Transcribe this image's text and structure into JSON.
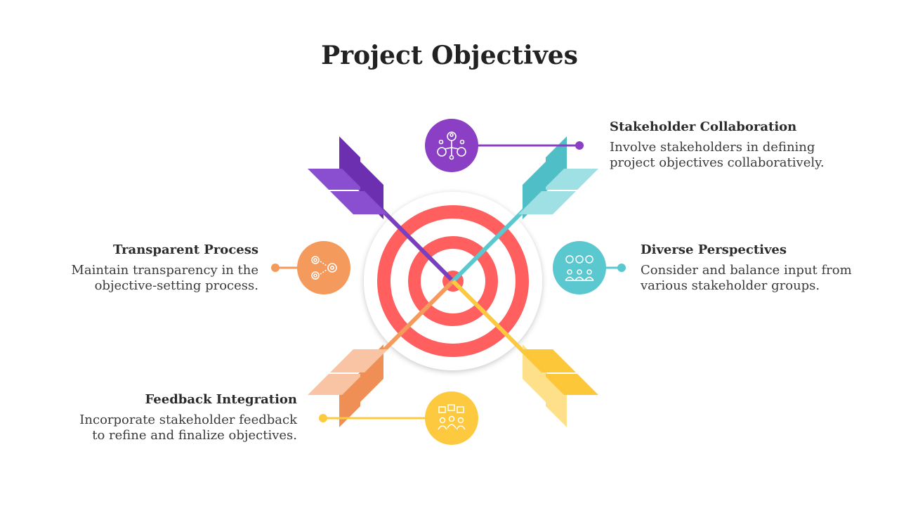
{
  "title": "Project Objectives",
  "colors": {
    "purple": "#7a3fc0",
    "teal": "#5bc8cf",
    "orange": "#f39a5c",
    "yellow": "#fdc93e",
    "target_red": "#ff5f5f"
  },
  "items": {
    "stakeholder_collaboration": {
      "heading": "Stakeholder Collaboration",
      "lines": [
        "Involve stakeholders in defining",
        "project objectives collaboratively."
      ],
      "icon": "network-people-icon",
      "color": "#8a3fc4"
    },
    "diverse_perspectives": {
      "heading": "Diverse Perspectives",
      "lines": [
        "Consider and balance input from",
        "various stakeholder groups."
      ],
      "icon": "group-opinions-icon",
      "color": "#5bc8cf"
    },
    "transparent_process": {
      "heading": "Transparent Process",
      "lines": [
        "Maintain transparency in the",
        "objective-setting process."
      ],
      "icon": "gears-icon",
      "color": "#f39a5c"
    },
    "feedback_integration": {
      "heading": "Feedback Integration",
      "lines": [
        "Incorporate stakeholder feedback",
        "to refine and finalize objectives."
      ],
      "icon": "feedback-team-icon",
      "color": "#fdc93e"
    }
  }
}
